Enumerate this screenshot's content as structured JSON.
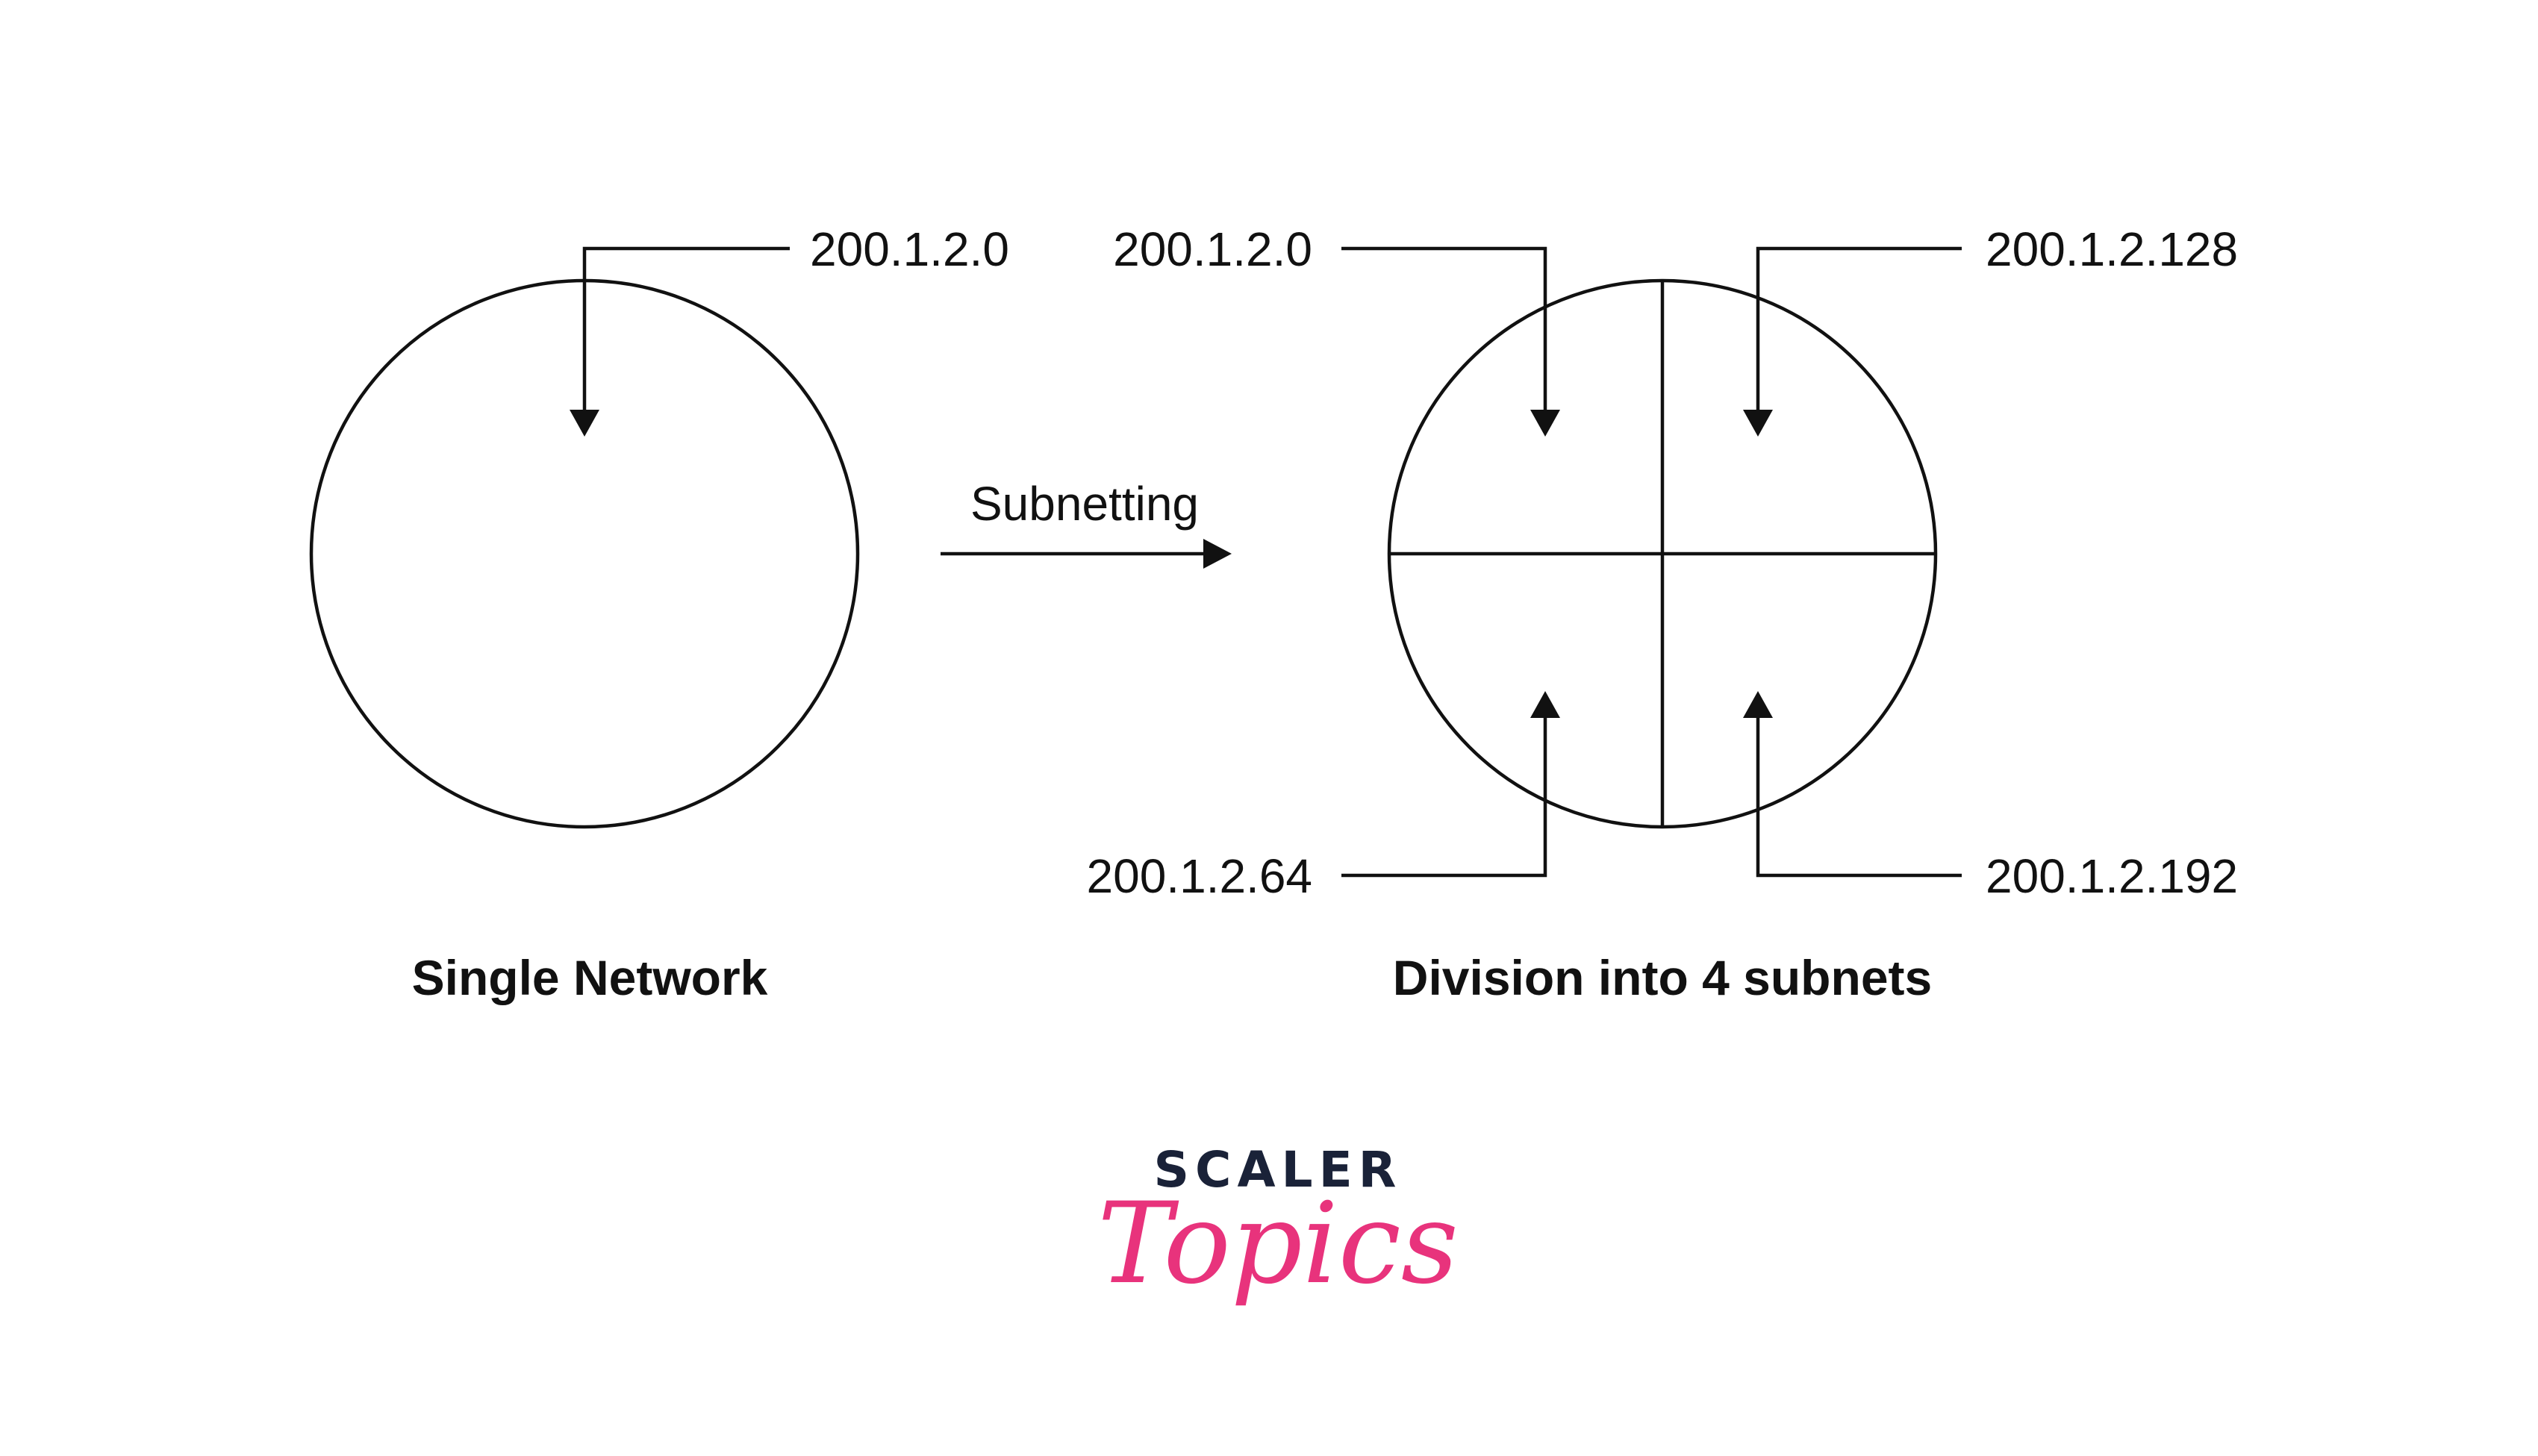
{
  "left": {
    "address": "200.1.2.0",
    "caption": "Single Network"
  },
  "operation": {
    "label": "Subnetting"
  },
  "right": {
    "caption": "Division into 4 subnets",
    "subnets": [
      {
        "quadrant": "top-left",
        "address": "200.1.2.0"
      },
      {
        "quadrant": "top-right",
        "address": "200.1.2.128"
      },
      {
        "quadrant": "bottom-left",
        "address": "200.1.2.64"
      },
      {
        "quadrant": "bottom-right",
        "address": "200.1.2.192"
      }
    ]
  },
  "logo": {
    "line1": "SCALER",
    "line2": "Topics",
    "colors": {
      "line1": "#1a2238",
      "line2": "#e8337c"
    }
  }
}
